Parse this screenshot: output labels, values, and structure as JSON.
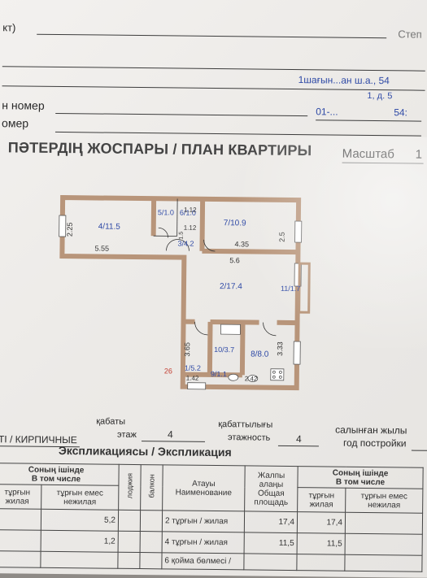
{
  "header": {
    "line1_left": "кт)",
    "line1_right": "Степ",
    "address_fragment": "1шағын...ан ш.а., 54",
    "address_fragment2": "1, д. 5",
    "row_nomer_label": "н номер",
    "row_nomer_value": "01-...",
    "row_nomer_right": "54:",
    "row_omer_label": "омер"
  },
  "title": "ПӘТЕРДІҢ ЖОСПАРЫ / ПЛАН КВАРТИРЫ",
  "scale_label": "Масштаб",
  "scale_value": "1",
  "plan": {
    "rooms": [
      {
        "id": "4",
        "label": "4/11.5"
      },
      {
        "id": "5",
        "label": "5/1.0"
      },
      {
        "id": "6",
        "label": "6/1.0"
      },
      {
        "id": "7",
        "label": "7/10.9"
      },
      {
        "id": "3",
        "label": "3/4.2"
      },
      {
        "id": "2",
        "label": "2/17.4"
      },
      {
        "id": "11",
        "label": "11/1.7"
      },
      {
        "id": "10",
        "label": "10/3.7"
      },
      {
        "id": "8",
        "label": "8/8.0"
      },
      {
        "id": "1",
        "label": "1/5.2"
      },
      {
        "id": "9",
        "label": "9/1.1"
      }
    ],
    "dims": [
      "2.25",
      "5.55",
      "1.12",
      "1.12",
      "2.5",
      "4.35",
      "5.6",
      "3.65",
      "3.33",
      "1.42",
      "2.42",
      "1.5"
    ],
    "red_mark": "26"
  },
  "floor_info": {
    "material": "ТІ / КИРПИЧНЫЕ",
    "floor_label_kz": "қабаты",
    "floor_label_ru": "этаж",
    "floor_value": "4",
    "floors_label_kz": "қабаттылығы",
    "floors_label_ru": "этажность",
    "floors_value": "4",
    "year_label_kz": "салынған жылы",
    "year_label_ru": "год постройки"
  },
  "explication_title": "Экспликациясы / Экспликация",
  "table": {
    "h_left_group": "Соның ішінде\nВ том числе",
    "h_zhilaya": "тұрғын\nжилая",
    "h_nezhilaya": "тұрғын емес\nнежилая",
    "h_lodzhia": "лоджия",
    "h_balkon": "балкон",
    "h_name": "Атауы\nНаименование",
    "h_area": "Жалпы\nалаңы\nОбщая\nплощадь",
    "h_right_group": "Соның ішінде\nВ том числе",
    "h_r_zhilaya": "тұрғын\nжилая",
    "h_r_nezhilaya": "тұрғын емес\nнежилая",
    "rows": [
      {
        "left_nezh": "5,2",
        "name": "2  тұрғын / жилая",
        "area": "17,4",
        "zh": "17,4"
      },
      {
        "left_nezh": "1,2",
        "name": "4  тұрғын / жилая",
        "area": "11,5",
        "zh": "11,5"
      },
      {
        "left_nezh": "",
        "name": "6  қойма бөлмесі /",
        "area": "",
        "zh": ""
      }
    ]
  }
}
